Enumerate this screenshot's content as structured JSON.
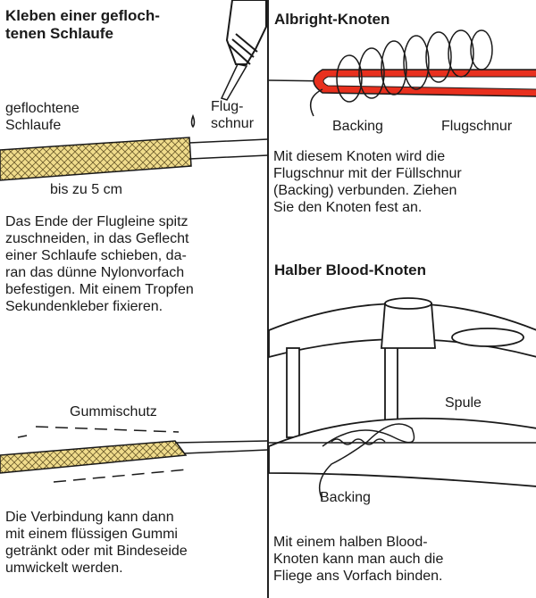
{
  "left": {
    "title": "Kleben einer gefloch-\ntenen Schlaufe",
    "label_braid": "geflochtene\nSchlaufe",
    "label_fly": "Flug-\nschnur",
    "label_length": "bis zu 5 cm",
    "text_glue": "Das Ende der Flugleine spitz\nzuschneiden, in das Geflecht\neiner Schlaufe schieben, da-\nran das dünne Nylonvorfach\nbefestigen. Mit einem Tropfen\nSekundenkleber fixieren.",
    "label_rubber": "Gummischutz",
    "text_rubber": "Die Verbindung kann dann\nmit einem flüssigen Gummi\ngetränkt oder mit Bindeseide\numwickelt werden."
  },
  "right": {
    "albright": {
      "title": "Albright-Knoten",
      "label_backing": "Backing",
      "label_fly": "Flugschnur",
      "text": "Mit diesem Knoten wird die\nFlugschnur mit der Füllschnur\n(Backing) verbunden. Ziehen\nSie den Knoten fest an."
    },
    "blood": {
      "title": "Halber Blood-Knoten",
      "label_spool": "Spule",
      "label_backing": "Backing",
      "text": "Mit einem halben Blood-\nKnoten kann man auch die\nFliege ans Vorfach binden."
    }
  },
  "colors": {
    "braid": "#f0dc8c",
    "flyline": "#e8301e",
    "ink": "#1a1a1a"
  }
}
